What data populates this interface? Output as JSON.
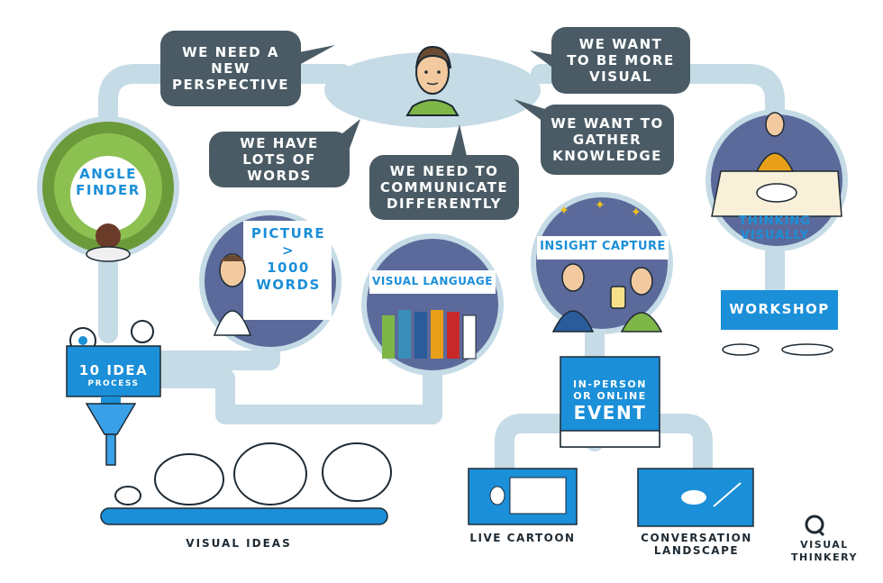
{
  "bubbles": {
    "new_perspective": [
      "WE NEED A",
      "NEW",
      "PERSPECTIVE"
    ],
    "lots_of_words": [
      "WE HAVE",
      "LOTS OF WORDS"
    ],
    "communicate": [
      "WE NEED TO",
      "COMMUNICATE",
      "DIFFERENTLY"
    ],
    "gather": [
      "WE WANT TO",
      "GATHER",
      "KNOWLEDGE"
    ],
    "more_visual": [
      "WE WANT",
      "TO BE MORE",
      "VISUAL"
    ]
  },
  "nodes": {
    "angle_finder": [
      "ANGLE",
      "FINDER"
    ],
    "picture_words": [
      "PICTURE",
      ">",
      "1000",
      "WORDS"
    ],
    "visual_language": "VISUAL LANGUAGE",
    "insight_capture": "INSIGHT CAPTURE",
    "thinking_visually": [
      "THINKING",
      "VISUALLY"
    ],
    "workshop": "WORKSHOP",
    "idea_process": [
      "10 IDEA",
      "PROCESS"
    ],
    "event": [
      "IN-PERSON",
      "OR ONLINE",
      "EVENT"
    ],
    "live_cartoon": "LIVE CARTOON",
    "conversation_landscape": [
      "CONVERSATION",
      "LANDSCAPE"
    ],
    "visual_ideas": "VISUAL IDEAS"
  },
  "brand": [
    "VISUAL",
    "THINKERY"
  ],
  "colors": {
    "path": "#c5dbe6",
    "bubble": "#4a5b65",
    "accent": "#1b8fd8",
    "panel": "#5b6a9a"
  }
}
